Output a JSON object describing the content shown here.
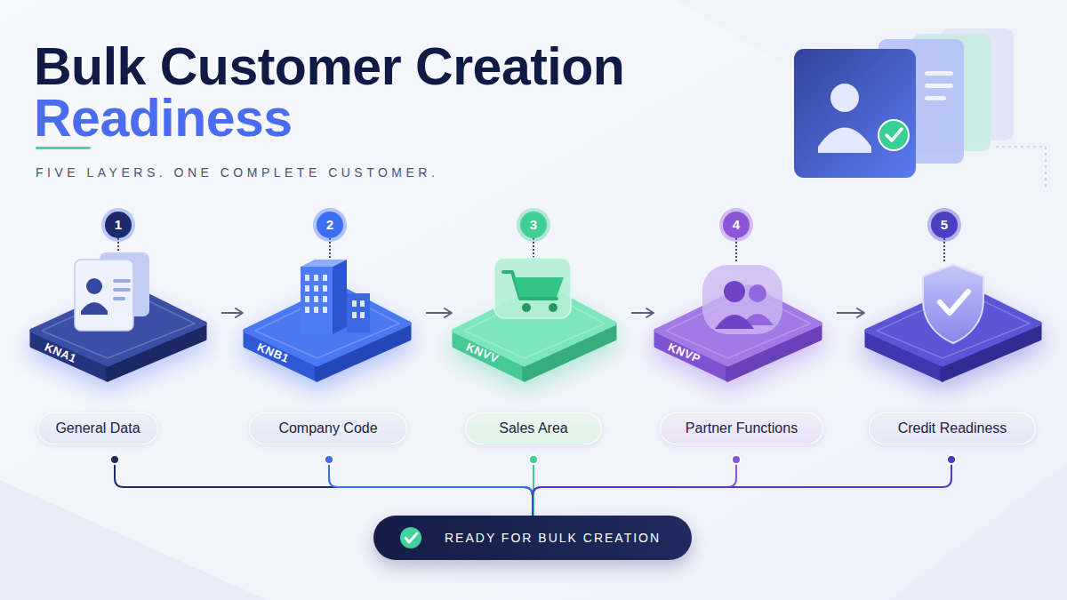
{
  "diagram": {
    "title": "Bulk Customer Creation Readiness",
    "caption": "FIVE LAYERS. ONE COMPLETE CUSTOMER.",
    "nodes": [
      {
        "text": [
          "1",
          "KNA1"
        ]
      },
      {
        "text": [
          "General Data"
        ]
      },
      {
        "text": [
          "2",
          "KNB1"
        ]
      },
      {
        "text": [
          "Company Code"
        ]
      },
      {
        "text": [
          "3",
          "KNVV"
        ]
      },
      {
        "text": [
          "Sales Area"
        ]
      },
      {
        "text": [
          "4",
          "KNVP"
        ]
      },
      {
        "text": [
          "Partner Functions"
        ]
      },
      {
        "text": [
          "5"
        ]
      },
      {
        "text": [
          "Credit Readiness"
        ]
      },
      {
        "text": [
          "READY FOR BULK CREATION"
        ]
      }
    ],
    "edges": [
      {
        "from": 0,
        "to": 2,
        "arrow": "to"
      },
      {
        "from": 2,
        "to": 4,
        "arrow": "to"
      },
      {
        "from": 4,
        "to": 6,
        "arrow": "to"
      },
      {
        "from": 6,
        "to": 8,
        "arrow": "to"
      },
      {
        "from": 1,
        "to": 10,
        "arrow": "none"
      },
      {
        "from": 3,
        "to": 10,
        "arrow": "none"
      },
      {
        "from": 5,
        "to": 10,
        "arrow": "none"
      },
      {
        "from": 7,
        "to": 10,
        "arrow": "none"
      },
      {
        "from": 9,
        "to": 10,
        "arrow": "none"
      }
    ]
  }
}
